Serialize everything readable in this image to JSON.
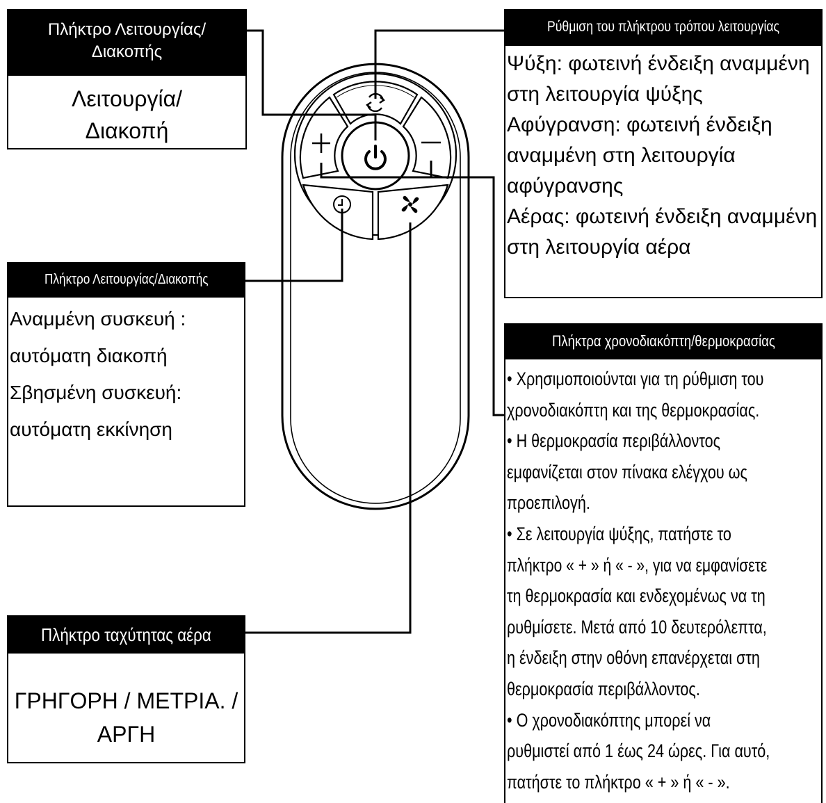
{
  "power_box": {
    "header_lines": [
      "Πλήκτρο Λειτουργίας/",
      "Διακοπής"
    ],
    "body_lines": [
      "Λειτουργία/",
      "Διακοπή"
    ]
  },
  "mode_box": {
    "header": "Ρύθμιση του πλήκτρου τρόπου λειτουργίας",
    "body_lines": [
      "Ψύξη: φωτεινή ένδειξη αναμμένη",
      "στη λειτουργία ψύξης",
      "Αφύγρανση: φωτεινή ένδειξη",
      "αναμμένη στη λειτουργία",
      "αφύγρανσης",
      "Αέρας: φωτεινή ένδειξη αναμμένη",
      "στη λειτουργία αέρα"
    ]
  },
  "timer_box": {
    "header": "Πλήκτρο Λειτουργίας/Διακοπής",
    "body_lines": [
      "Αναμμένη συσκευή :",
      "αυτόματη διακοπή",
      "Σβησμένη συσκευή:",
      "αυτόματη εκκίνηση"
    ]
  },
  "temp_box": {
    "header": "Πλήκτρα χρονοδιακόπτη/θερμοκρασίας",
    "body_lines": [
      "• Χρησιμοποιούνται για τη ρύθμιση του",
      "χρονοδιακόπτη και της θερμοκρασίας.",
      "• Η θερμοκρασία περιβάλλοντος",
      "εμφανίζεται στον πίνακα ελέγχου ως",
      "προεπιλογή.",
      "• Σε λειτουργία ψύξης, πατήστε το",
      "πλήκτρο « + » ή « - », για να εμφανίσετε",
      "τη θερμοκρασία και ενδεχομένως να τη",
      "ρυθμίσετε. Μετά από 10 δευτερόλεπτα,",
      "η ένδειξη στην οθόνη επανέρχεται στη",
      "θερμοκρασία περιβάλλοντος.",
      "• Ο χρονοδιακόπτης μπορεί να",
      "ρυθμιστεί από 1 έως 24 ώρες. Για αυτό,",
      "πατήστε το πλήκτρο « + » ή « - »."
    ]
  },
  "fan_box": {
    "header": "Πλήκτρο ταχύτητας αέρα",
    "body_lines": [
      "ΓΡΗΓΟΡΗ / ΜΕΤΡΙΑ. /",
      "ΑΡΓΗ"
    ]
  },
  "remote": {
    "buttons": [
      {
        "name": "mode-button",
        "icon": "cycle-icon"
      },
      {
        "name": "power-button",
        "icon": "power-icon"
      },
      {
        "name": "plus-button",
        "icon": "plus-icon"
      },
      {
        "name": "minus-button",
        "icon": "minus-icon"
      },
      {
        "name": "timer-button",
        "icon": "clock-icon"
      },
      {
        "name": "fan-speed-button",
        "icon": "fan-icon"
      }
    ],
    "colors": {
      "outline": "#000000",
      "background": "#ffffff"
    }
  }
}
